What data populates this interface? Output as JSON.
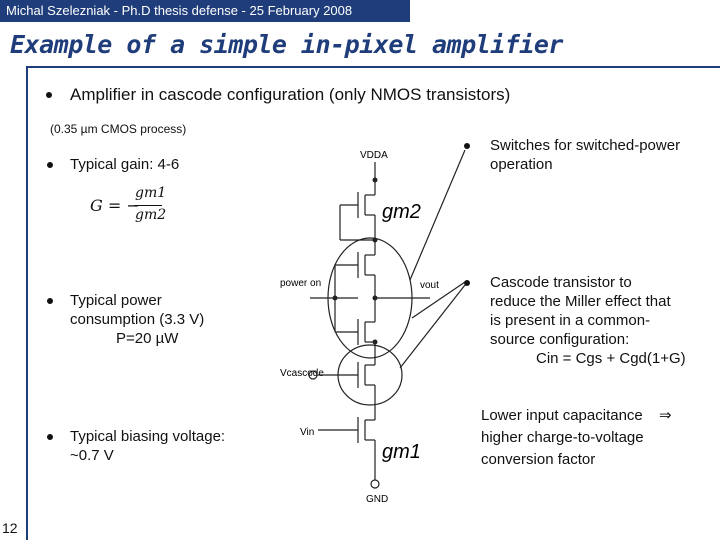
{
  "header": {
    "text": "Michal Szelezniak - Ph.D thesis defense - 25 February 2008"
  },
  "title": "Example of a simple in-pixel amplifier",
  "slide_number": "12",
  "bullets": {
    "cascode": "Amplifier in cascode configuration (only NMOS transistors)",
    "process_note": "(0.35 µm CMOS process)",
    "gain": "Typical gain: 4-6",
    "power_line1": "Typical power",
    "power_line2": "consumption (3.3 V)",
    "power_line3": "P=20 µW",
    "bias_line1": "Typical biasing voltage:",
    "bias_line2": "~0.7 V",
    "switches_line1": "Switches for switched-power",
    "switches_line2": "operation",
    "cascode_tr_line1": "Cascode transistor to",
    "cascode_tr_line2": "reduce the Miller effect that",
    "cascode_tr_line3": "is present in a common-",
    "cascode_tr_line4": "source configuration:",
    "cin_formula": "Cin = Cgs + Cgd(1+G)"
  },
  "capacitance_note": {
    "line1": "Lower input capacitance",
    "arrow": "⇒",
    "line2": "higher charge-to-voltage",
    "line3": "conversion factor"
  },
  "gain_formula": {
    "lhs": "G = −",
    "num": "gm1",
    "den": "gm2"
  },
  "circuit": {
    "vdda": "VDDA",
    "power_on": "power on",
    "vout": "vout",
    "vcascode": "Vcascode",
    "vin": "Vin",
    "gnd": "GND",
    "gm2": "gm2",
    "gm1": "gm1"
  },
  "colors": {
    "accent": "#1f3d7a",
    "line": "#222222"
  }
}
